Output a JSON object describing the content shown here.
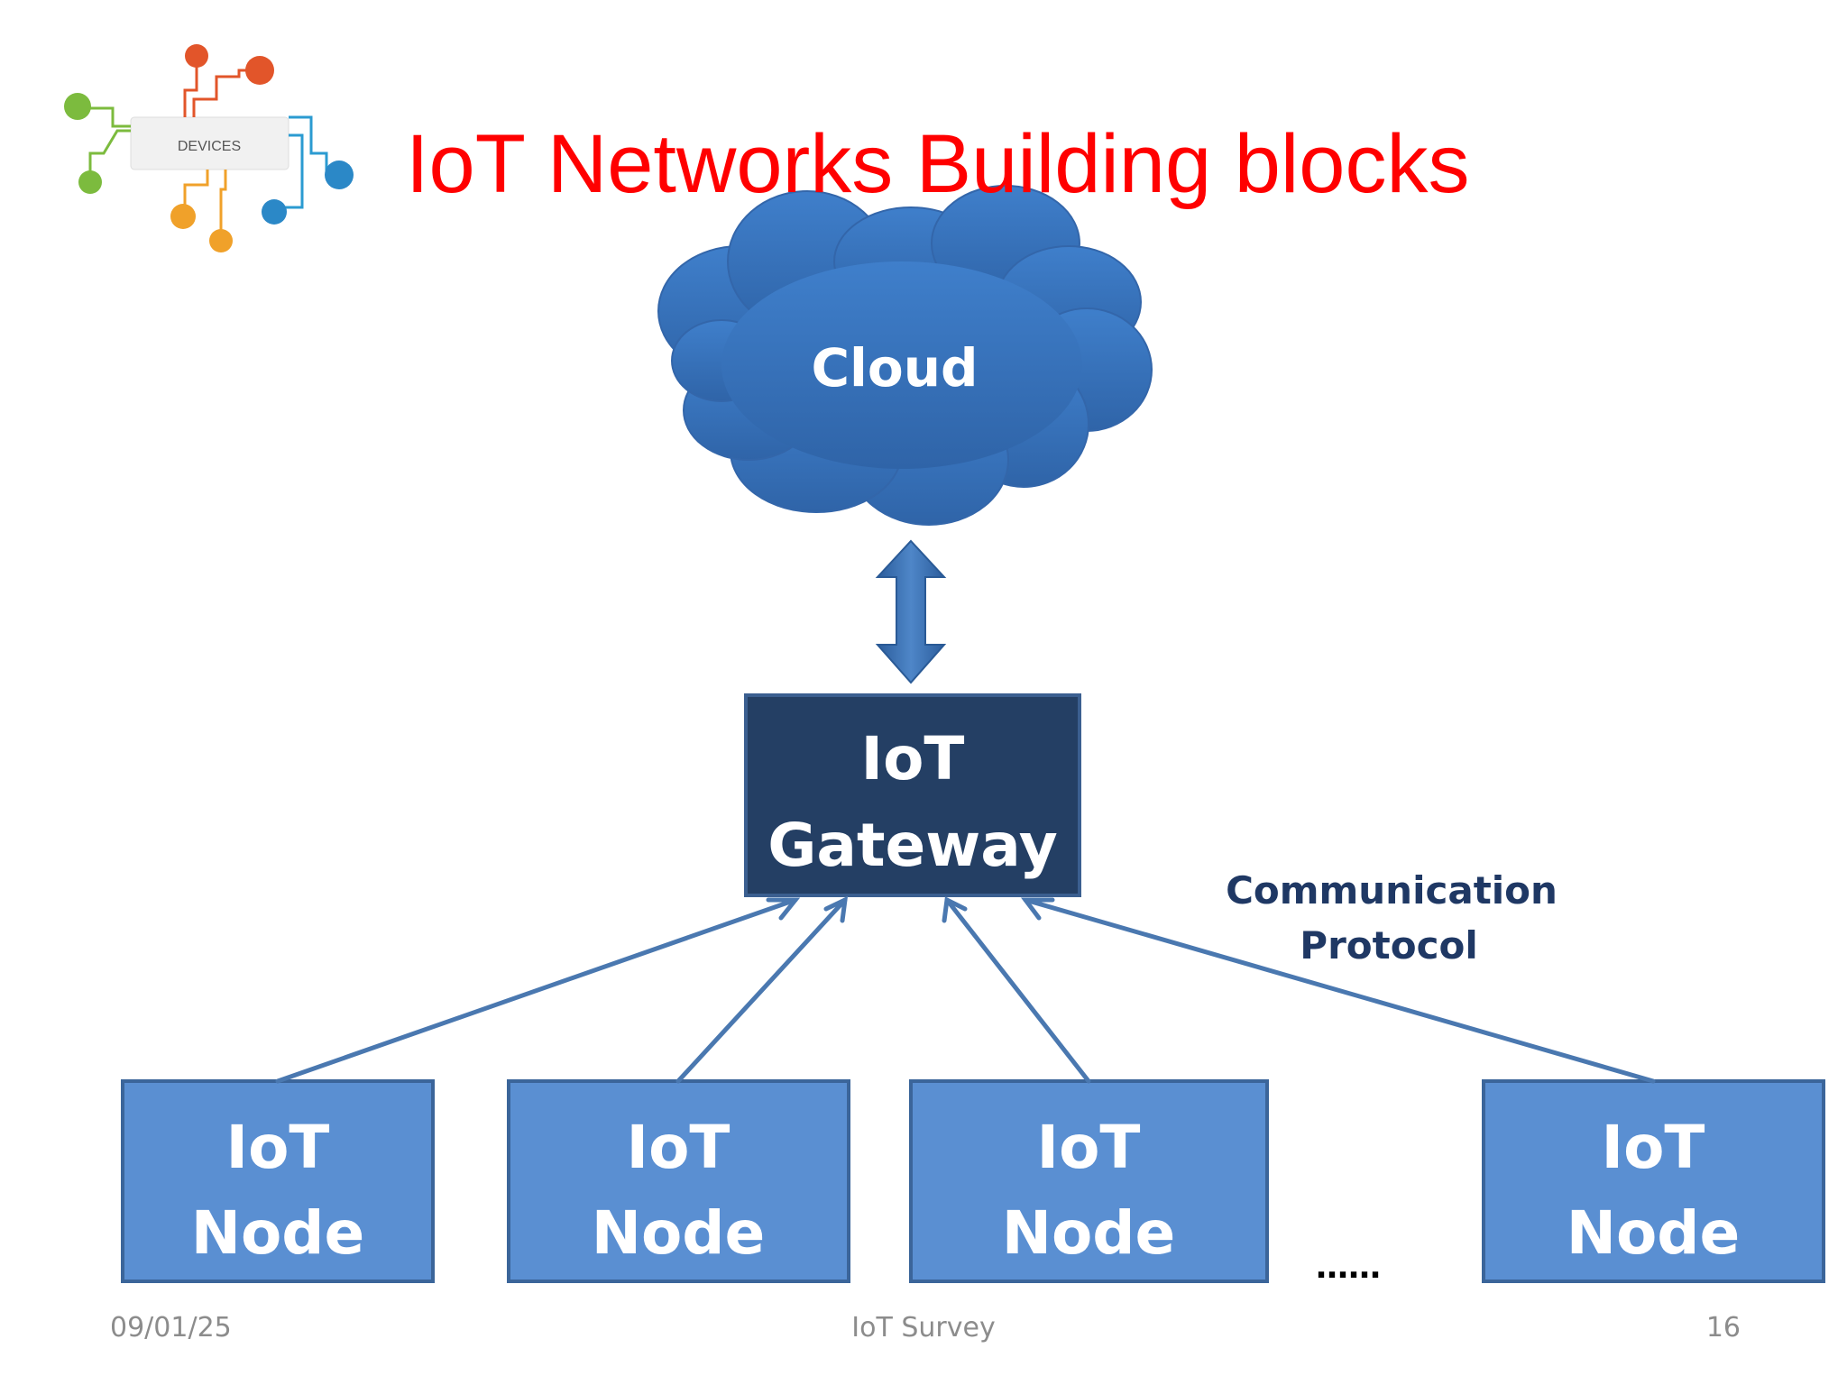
{
  "title": "IoT Networks Building blocks",
  "logo": {
    "label": "DEVICES"
  },
  "cloud": {
    "label": "Cloud"
  },
  "gateway": {
    "line1": "IoT",
    "line2": "Gateway"
  },
  "protocol": {
    "line1": "Communication",
    "line2": "Protocol"
  },
  "nodes": [
    {
      "line1": "IoT",
      "line2": "Node"
    },
    {
      "line1": "IoT",
      "line2": "Node"
    },
    {
      "line1": "IoT",
      "line2": "Node"
    },
    {
      "line1": "IoT",
      "line2": "Node"
    }
  ],
  "ellipsis": "……",
  "footer": {
    "date": "09/01/25",
    "center": "IoT Survey",
    "page": "16"
  },
  "colors": {
    "title": "#ff0000",
    "cloud": "#3a72b8",
    "gateway_fill": "#243f64",
    "node_fill": "#5a8fd2",
    "node_border": "#3b659a",
    "arrow": "#4a78b0",
    "protocol_text": "#1f3864"
  }
}
